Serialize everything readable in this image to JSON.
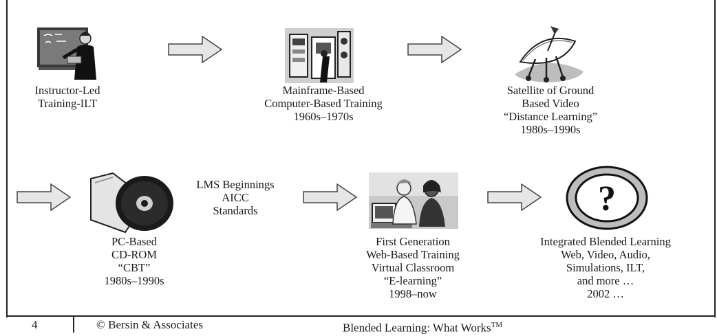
{
  "stages": [
    {
      "label": "Instructor-Led\nTraining-ILT",
      "icon": "teacher-chalkboard-icon"
    },
    {
      "label": "Mainframe-Based\nComputer-Based Training\n1960s–1970s",
      "icon": "mainframe-computer-icon"
    },
    {
      "label": "Satellite of Ground\nBased Video\n“Distance Learning”\n1980s–1990s",
      "icon": "satellite-dish-icon"
    },
    {
      "label": "PC-Based\nCD-ROM\n“CBT”\n1980s–1990s",
      "icon": "cd-rom-icon"
    },
    {
      "label": "First Generation\nWeb-Based Training\nVirtual Classroom\n“E-learning”\n1998–now",
      "icon": "people-at-computer-icon"
    },
    {
      "label": "Integrated Blended Learning\nWeb, Video, Audio,\nSimulations, ILT,\nand more …\n2002 …",
      "icon": "question-mark-icon"
    }
  ],
  "connector_label": "LMS Beginnings\nAICC\nStandards",
  "footer": {
    "page_number": "4",
    "copyright": "© Bersin & Associates",
    "book_title": "Blended Learning: What Works",
    "trademark": "TM"
  }
}
